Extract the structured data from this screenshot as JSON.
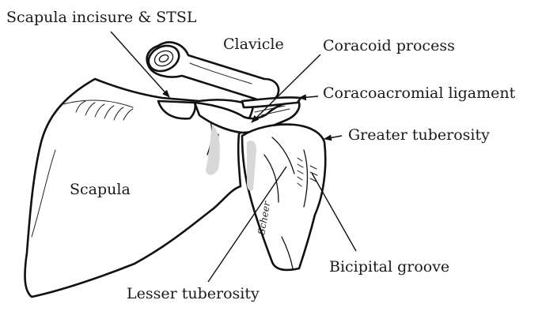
{
  "labels": {
    "scapula_incisure": "Scapula incisure & STSL",
    "clavicle": "Clavicle",
    "coracoid_process": "Coracoid process",
    "coracoacromial_ligament": "Coracoacromial ligament",
    "greater_tuberosity": "Greater tuberosity",
    "scapula": "Scapula",
    "bicipital_groove": "Bicipital groove",
    "lesser_tuberosity": "Lesser tuberosity"
  },
  "signature": "Scheer"
}
